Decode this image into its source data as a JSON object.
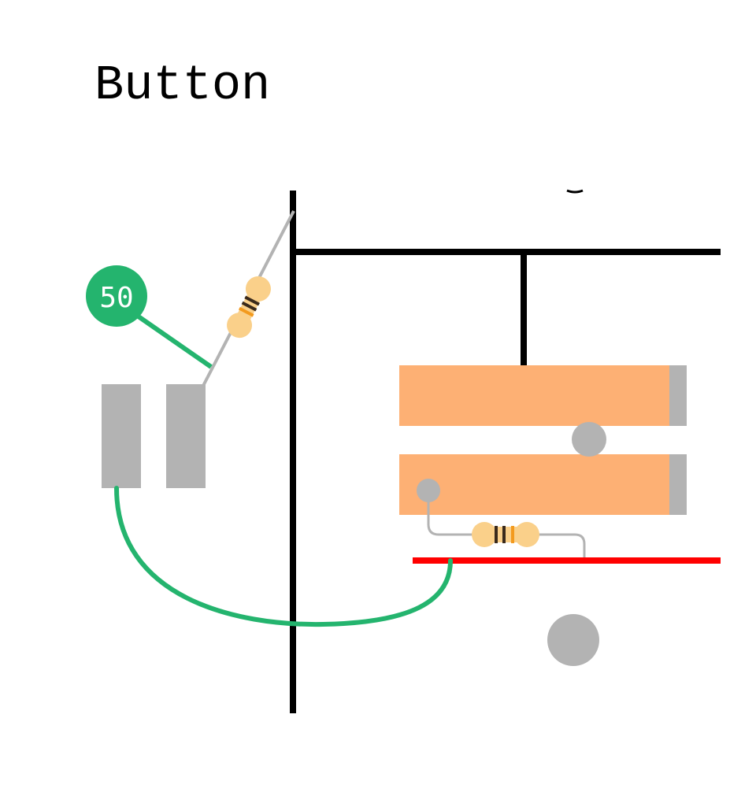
{
  "title": "Button",
  "pin_badge": {
    "label": "50",
    "color": "#24b46e"
  },
  "colors": {
    "rail": "#000000",
    "power_rail": "#ff0000",
    "jumper_wire": "#24b46e",
    "component_lead": "#b3b3b3",
    "button_body": "#fdb074",
    "button_cap_end": "#b3b3b3",
    "resistor_body": "#fad08a",
    "resistor_band_dark": "#3a2a1c",
    "resistor_band_orange": "#f39a1e",
    "pad": "#b3b3b3"
  },
  "components": [
    {
      "name": "resistor",
      "count": 2
    },
    {
      "name": "push-button",
      "count": 2
    },
    {
      "name": "pin-pad",
      "count": 2
    },
    {
      "name": "jumper-wire",
      "count": 2
    }
  ]
}
